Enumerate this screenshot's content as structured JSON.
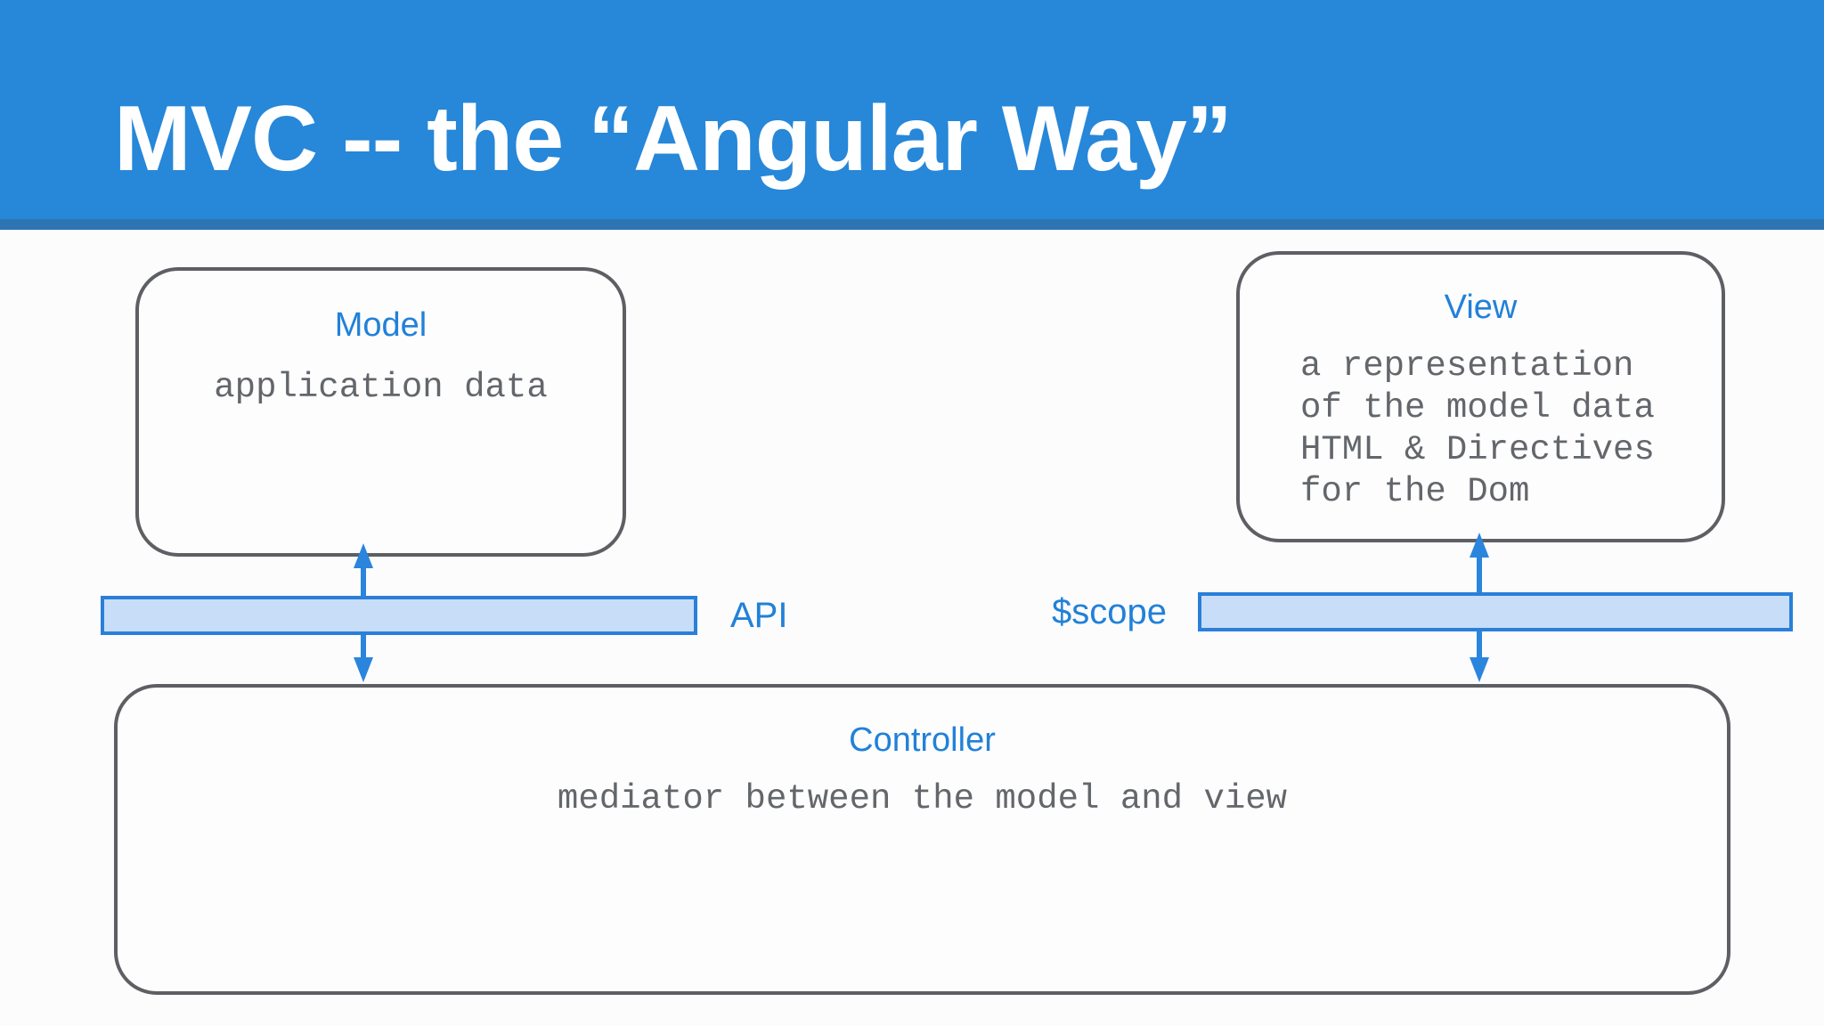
{
  "header": {
    "title": "MVC -- the “Angular Way”"
  },
  "boxes": {
    "model": {
      "title": "Model",
      "body": "application data"
    },
    "view": {
      "title": "View",
      "lines": [
        "a representation",
        "of the model data",
        "HTML & Directives",
        "for the Dom"
      ]
    },
    "controller": {
      "title": "Controller",
      "body": "mediator between the model and view"
    }
  },
  "connectors": {
    "api_label": "API",
    "scope_label": "$scope"
  },
  "colors": {
    "header_blue": "#2787d8",
    "header_stripe_blue": "#2d74b2",
    "accent_blue": "#2181d8",
    "bar_fill_blue": "#c8ddf7",
    "bar_border_blue": "#2a7fd8",
    "arrow_blue": "#2b85dd",
    "box_border_gray": "#5d5f63",
    "body_text_gray": "#63666a"
  }
}
